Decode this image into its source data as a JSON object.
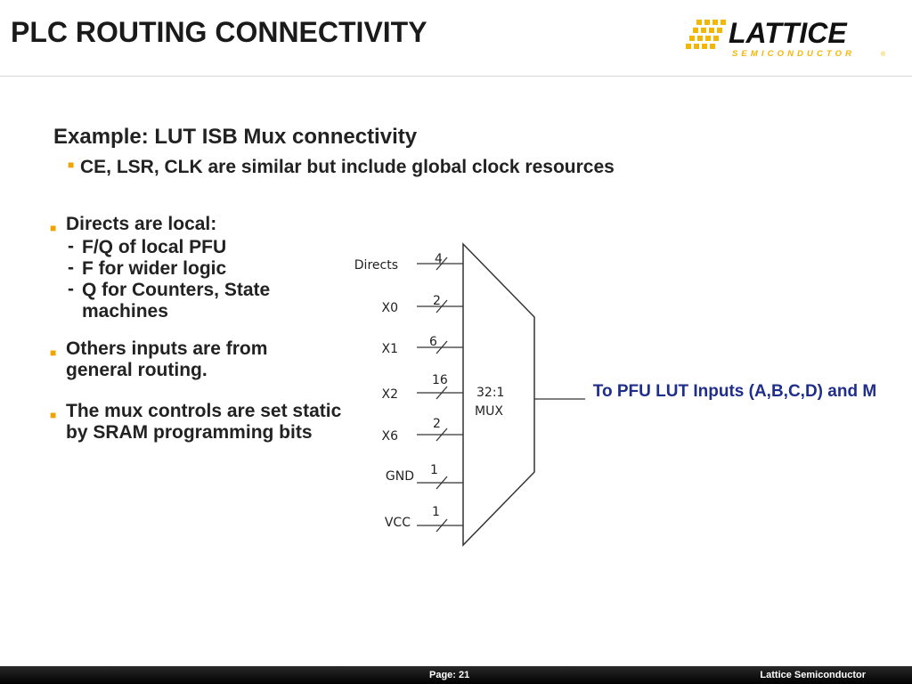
{
  "slide": {
    "title": "PLC ROUTING CONNECTIVITY",
    "logo": {
      "brand": "LATTICE",
      "tagline": "SEMICONDUCTOR",
      "mark": "®",
      "colors": {
        "accent": "#f2b705",
        "text": "#111111"
      }
    },
    "heading": "Example:  LUT ISB Mux connectivity",
    "subpoint": "CE, LSR, CLK are similar but include global clock resources",
    "bullets": [
      {
        "text": "Directs are local:",
        "subitems": [
          "F/Q of local PFU",
          "F for wider logic",
          "Q for Counters, State machines"
        ]
      },
      {
        "text": "Others inputs are from general routing."
      },
      {
        "text": "The mux controls are set static by SRAM programming bits"
      }
    ],
    "dash_glyph": "-",
    "diagram": {
      "mux_label_line1": "32:1",
      "mux_label_line2": "MUX",
      "inputs": [
        {
          "label": "Directs",
          "width": "4"
        },
        {
          "label": "X0",
          "width": "2"
        },
        {
          "label": "X1",
          "width": "6"
        },
        {
          "label": "X2",
          "width": "16"
        },
        {
          "label": "X6",
          "width": "2"
        },
        {
          "label": "GND",
          "width": "1"
        },
        {
          "label": "VCC",
          "width": "1"
        }
      ],
      "output_caption": "To PFU LUT Inputs (A,B,C,D) and M"
    },
    "footer": {
      "page": "Page: 21",
      "company": "Lattice Semiconductor"
    }
  }
}
